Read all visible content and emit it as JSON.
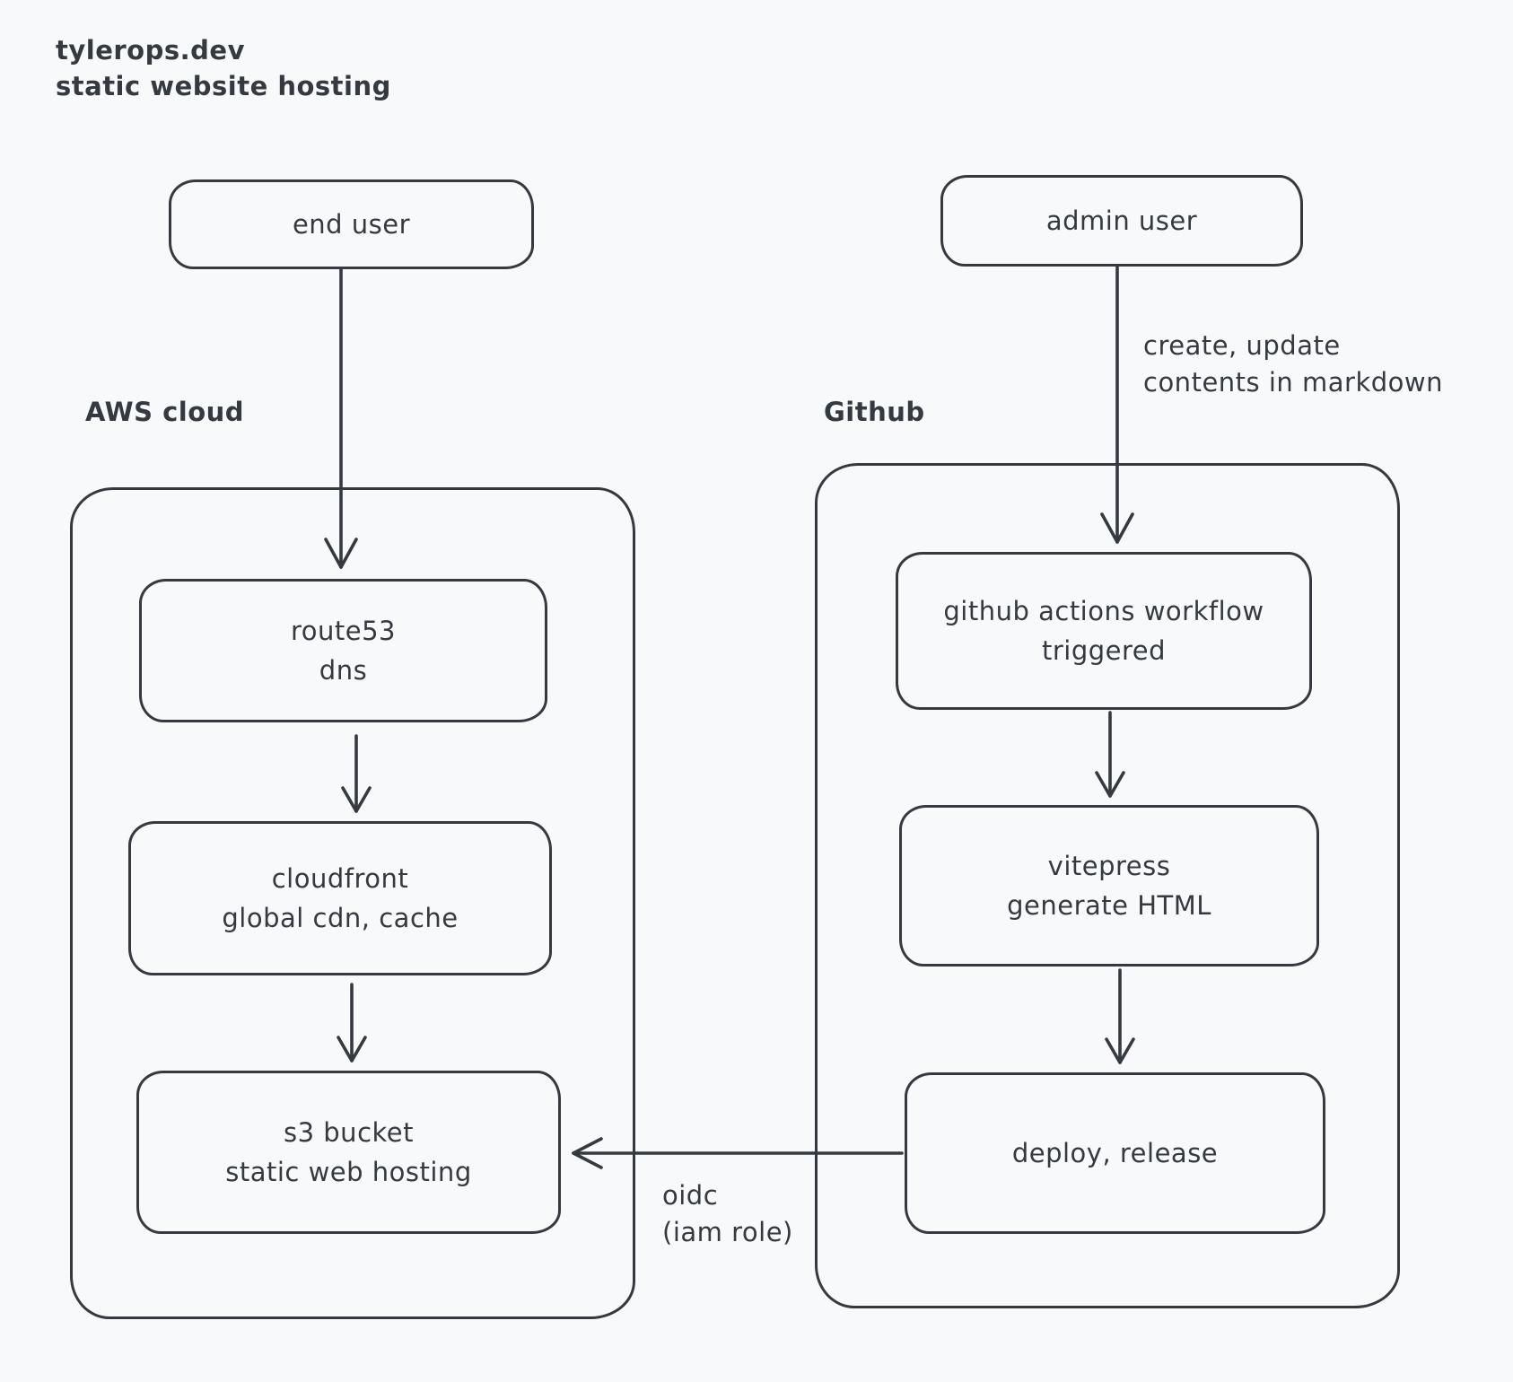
{
  "title": {
    "line1": "tylerops.dev",
    "line2": "static website hosting"
  },
  "groups": {
    "aws": {
      "label": "AWS cloud"
    },
    "github": {
      "label": "Github"
    }
  },
  "nodes": {
    "end_user": {
      "label": "end user"
    },
    "admin_user": {
      "label": "admin user"
    },
    "route53": {
      "line1": "route53",
      "line2": "dns"
    },
    "cloudfront": {
      "line1": "cloudfront",
      "line2": "global cdn, cache"
    },
    "s3": {
      "line1": "s3 bucket",
      "line2": "static web hosting"
    },
    "gh_actions": {
      "line1": "github actions workflow",
      "line2": "triggered"
    },
    "vitepress": {
      "line1": "vitepress",
      "line2": "generate HTML"
    },
    "deploy": {
      "label": "deploy, release"
    }
  },
  "edge_labels": {
    "admin_to_actions": {
      "line1": "create, update",
      "line2": "contents in markdown"
    },
    "deploy_to_s3": {
      "line1": "oidc",
      "line2": "(iam role)"
    }
  },
  "colors": {
    "background": "#f8f9fa",
    "stroke": "#343a40",
    "text": "#343a40"
  }
}
